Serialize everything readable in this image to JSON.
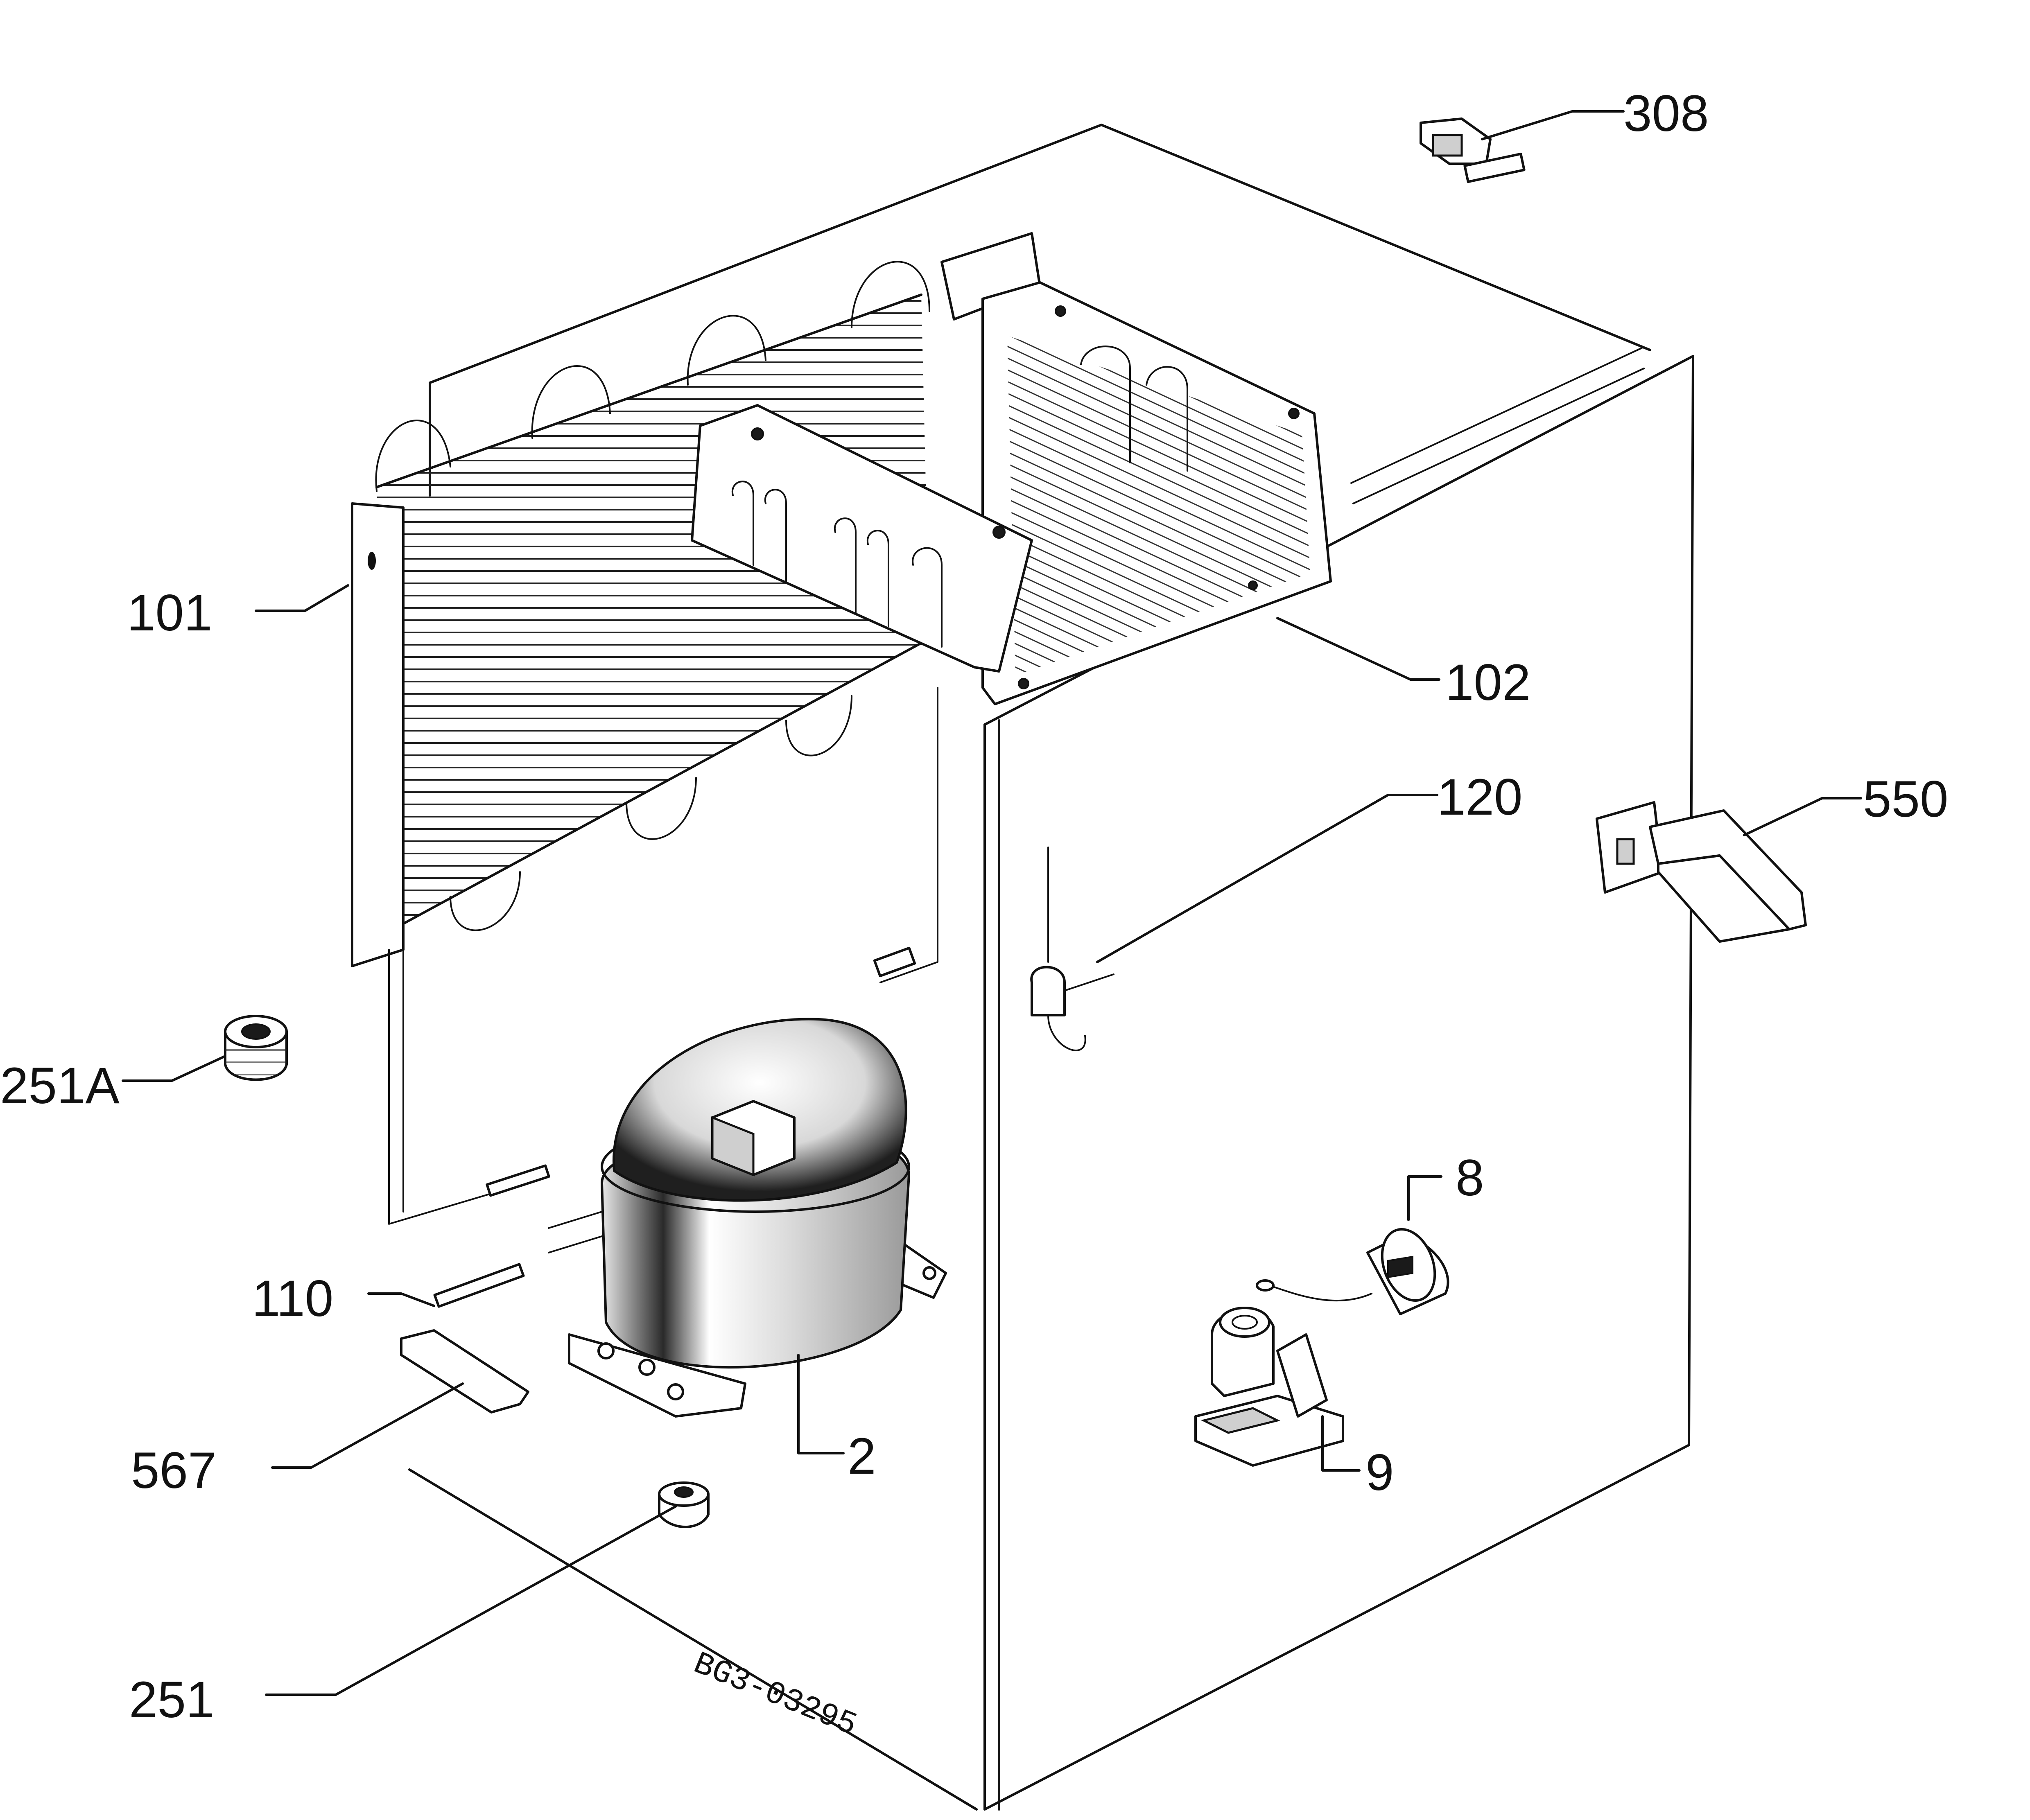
{
  "callouts": [
    {
      "id": "308",
      "text": "308"
    },
    {
      "id": "101",
      "text": "101"
    },
    {
      "id": "102",
      "text": "102"
    },
    {
      "id": "120",
      "text": "120"
    },
    {
      "id": "550",
      "text": "550"
    },
    {
      "id": "251A",
      "text": "251A"
    },
    {
      "id": "8",
      "text": "8"
    },
    {
      "id": "110",
      "text": "110"
    },
    {
      "id": "9",
      "text": "9"
    },
    {
      "id": "2",
      "text": "2"
    },
    {
      "id": "567",
      "text": "567"
    },
    {
      "id": "251",
      "text": "251"
    }
  ],
  "drawing_code": "BG3-03295"
}
